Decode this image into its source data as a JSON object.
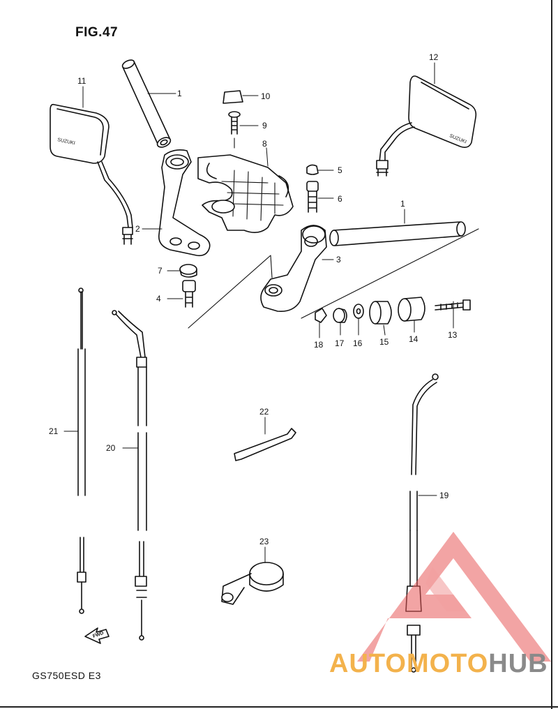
{
  "figure": {
    "title": "FIG.47",
    "model_code": "GS750ESD  E3"
  },
  "parts": [
    {
      "number": "1"
    },
    {
      "number": "1"
    },
    {
      "number": "2"
    },
    {
      "number": "3"
    },
    {
      "number": "4"
    },
    {
      "number": "5"
    },
    {
      "number": "6"
    },
    {
      "number": "7"
    },
    {
      "number": "8"
    },
    {
      "number": "9"
    },
    {
      "number": "10"
    },
    {
      "number": "11"
    },
    {
      "number": "12"
    },
    {
      "number": "13"
    },
    {
      "number": "14"
    },
    {
      "number": "15"
    },
    {
      "number": "16"
    },
    {
      "number": "17"
    },
    {
      "number": "18"
    },
    {
      "number": "19"
    },
    {
      "number": "20"
    },
    {
      "number": "21"
    },
    {
      "number": "22"
    },
    {
      "number": "23"
    }
  ],
  "mirror_brand": "SUZUKI",
  "fwd_arrow_label": "FWD",
  "watermark": {
    "part1": "AUTO",
    "part2": "MOTO",
    "part3": "HUB",
    "colors": {
      "triangle": "#e85a5a",
      "text_orange": "#f3b24c",
      "text_gray": "#8a8a8a"
    }
  }
}
